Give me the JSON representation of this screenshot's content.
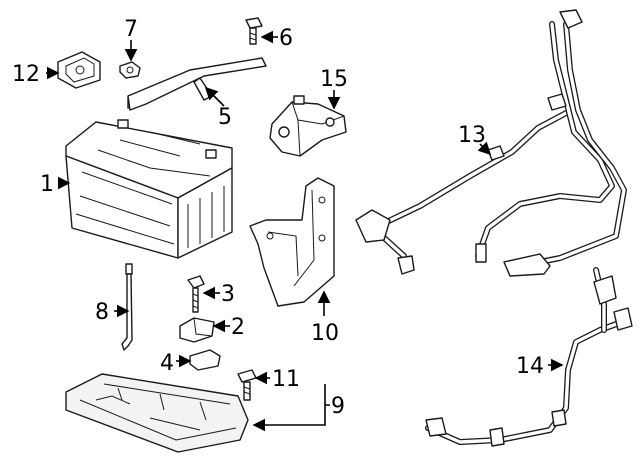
{
  "diagram": {
    "callouts": {
      "c1": "1",
      "c2": "2",
      "c3": "3",
      "c4": "4",
      "c5": "5",
      "c6": "6",
      "c7": "7",
      "c8": "8",
      "c9": "9",
      "c10": "10",
      "c11": "11",
      "c12": "12",
      "c13": "13",
      "c14": "14",
      "c15": "15"
    },
    "colors": {
      "line": "#1a1a1a",
      "background": "#ffffff"
    }
  }
}
